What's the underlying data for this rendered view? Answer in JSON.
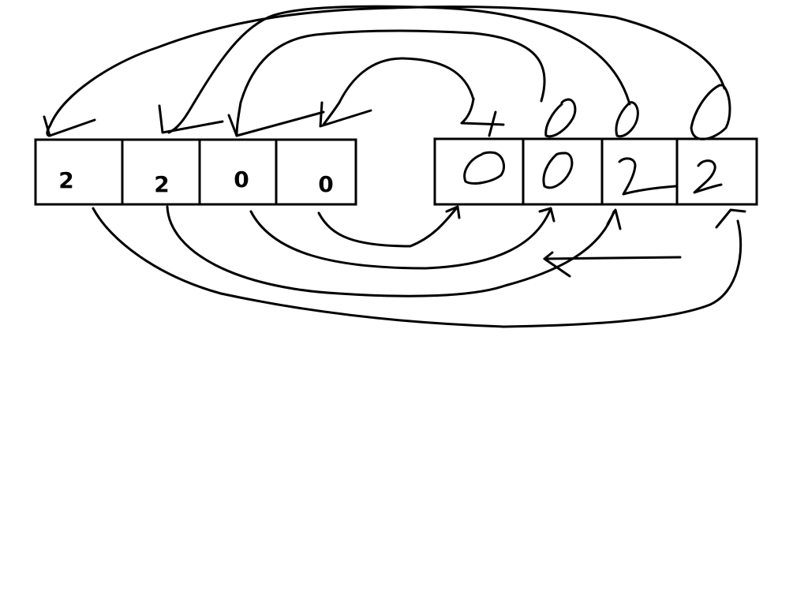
{
  "left_array": {
    "cells": [
      "2",
      "2",
      "0",
      "0"
    ]
  },
  "right_array": {
    "cells": [
      "0",
      "0",
      "2",
      "2"
    ],
    "above_marks": [
      "4",
      "0",
      "0",
      "0"
    ]
  },
  "colors": {
    "ink": "#000000",
    "background": "#ffffff"
  }
}
